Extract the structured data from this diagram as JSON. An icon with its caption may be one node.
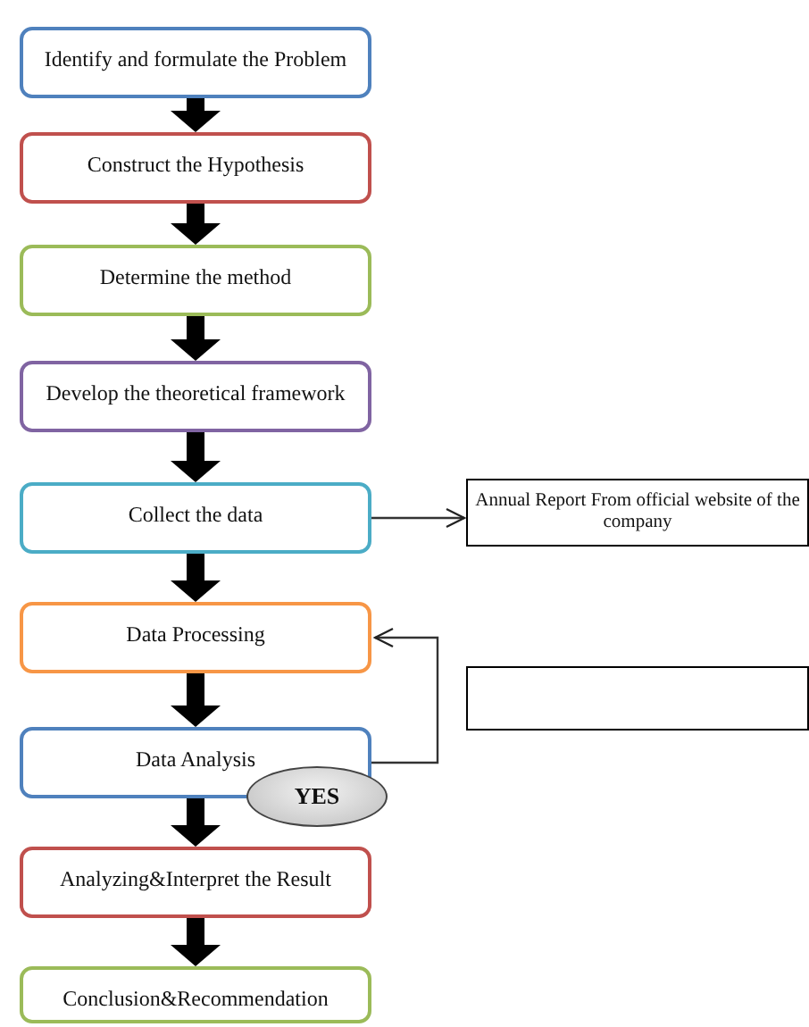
{
  "diagram": {
    "nodes": [
      {
        "text": [
          "Identify and formulate the Problem"
        ]
      },
      {
        "text": [
          "Construct the Hypothesis"
        ]
      },
      {
        "text": [
          "Determine the method"
        ]
      },
      {
        "text": [
          "Develop the theoretical framework"
        ]
      },
      {
        "text": [
          "Collect the data"
        ]
      },
      {
        "text": [
          "Annual Report From official website of the company"
        ]
      },
      {
        "text": [
          "Data Processing"
        ]
      },
      {
        "text": [],
        "shape": "box"
      },
      {
        "text": [
          "Data Analysis"
        ]
      },
      {
        "text": [
          "YES"
        ]
      },
      {
        "text": [
          "Analyzing&Interpret the Result"
        ]
      },
      {
        "text": [
          "Conclusion&Recommendation"
        ]
      }
    ],
    "edges": [
      {
        "from": 0,
        "to": 1,
        "arrow": "to"
      },
      {
        "from": 1,
        "to": 2,
        "arrow": "to"
      },
      {
        "from": 2,
        "to": 3,
        "arrow": "to"
      },
      {
        "from": 3,
        "to": 4,
        "arrow": "to"
      },
      {
        "from": 4,
        "to": 5,
        "arrow": "to"
      },
      {
        "from": 4,
        "to": 6,
        "arrow": "to"
      },
      {
        "from": 6,
        "to": 8,
        "arrow": "to"
      },
      {
        "from": 8,
        "to": 6,
        "arrow": "to"
      },
      {
        "from": 8,
        "to": 10,
        "arrow": "to"
      },
      {
        "from": 10,
        "to": 11,
        "arrow": "to"
      }
    ]
  }
}
